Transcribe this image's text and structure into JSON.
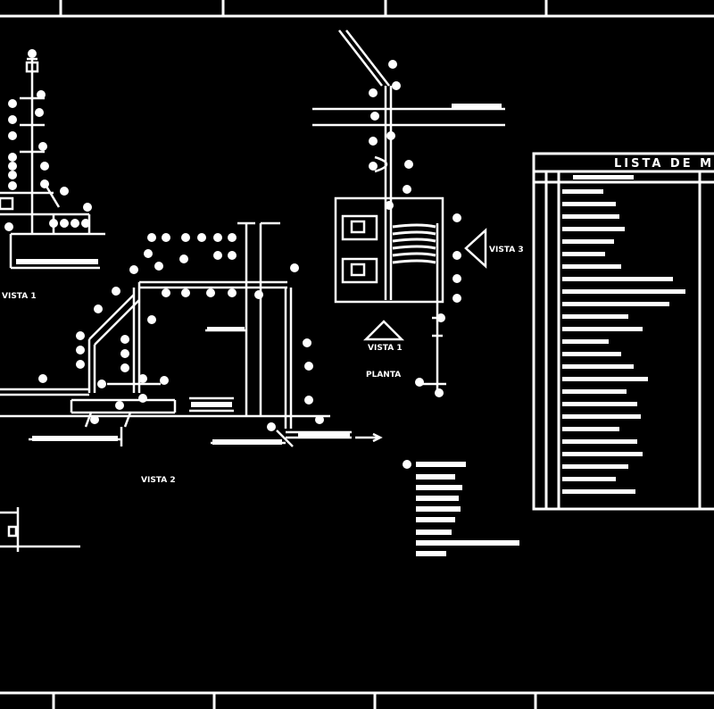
{
  "drawing": {
    "title_block": {
      "list_heading": "LISTA DE MATERIAIS"
    },
    "views": {
      "vista_1_left": "VISTA 1",
      "vista_2": "VISTA 2",
      "vista_1_marker": "VISTA 1",
      "vista_3_marker": "VISTA 3",
      "planta": "PLANTA"
    }
  }
}
